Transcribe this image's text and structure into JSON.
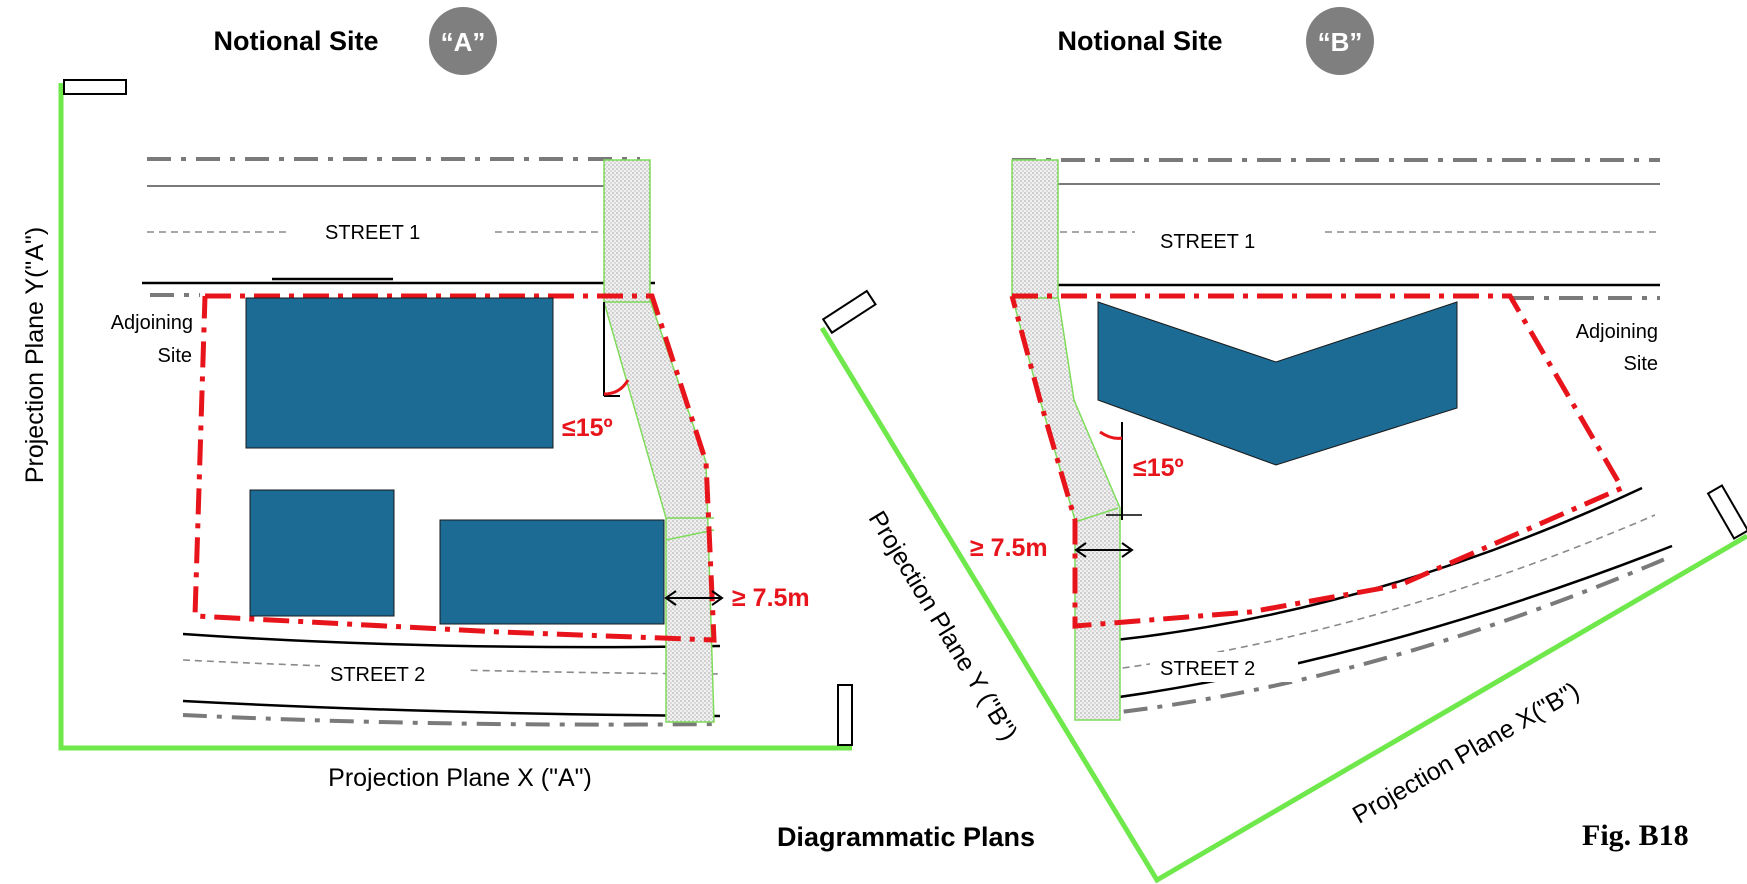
{
  "site_a": {
    "title": "Notional Site",
    "badge": "“A”",
    "street_1": "STREET 1",
    "street_2": "STREET 2",
    "adjoining_line1": "Adjoining",
    "adjoining_line2": "Site",
    "angle": "≤15º",
    "distance": "≥ 7.5m",
    "plane_x": "Projection Plane X (\"A\")",
    "plane_y": "Projection Plane Y(\"A\")"
  },
  "site_b": {
    "title": "Notional Site",
    "badge": "“B”",
    "street_1": "STREET 1",
    "street_2": "STREET 2",
    "adjoining_line1": "Adjoining",
    "adjoining_line2": "Site",
    "angle": "≤15º",
    "distance": "≥ 7.5m",
    "plane_x": "Projection Plane X(\"B\")",
    "plane_y": "Projection Plane Y (\"B\")"
  },
  "caption": "Diagrammatic Plans",
  "figure_label": "Fig. B18",
  "colors": {
    "building": "#1b6b95",
    "boundary": "#e8141b",
    "projection_plane": "#6ee84a",
    "badge": "#7f7f7f"
  }
}
